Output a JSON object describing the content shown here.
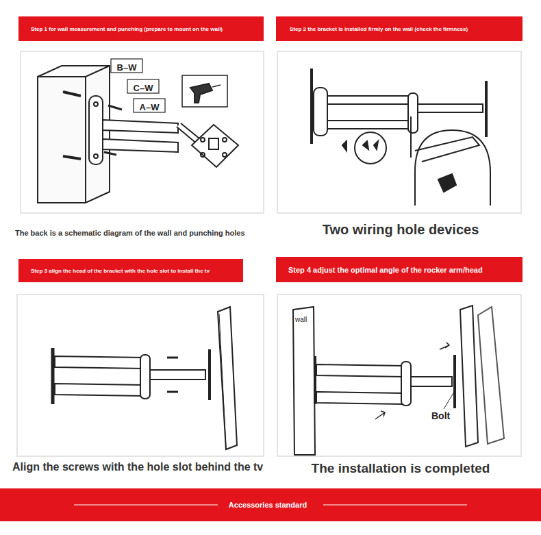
{
  "diagram": {
    "nodes": [
      {
        "text": [
          "Step 1 for wall measurement and punching (prepare to mount on the wall)"
        ]
      },
      {
        "text": [
          "Step 2 the bracket is installed firmly on the wall (check the firmness)"
        ]
      },
      {
        "text": [
          "Step 3 align the head of the bracket with the hole slot to install the tv"
        ]
      },
      {
        "text": [
          "Step 4 adjust the optimal angle of the rocker arm/head"
        ]
      },
      {
        "text": [
          "Accessories standard"
        ]
      }
    ],
    "edges": [],
    "labels": [
      "B–W",
      "C–W",
      "A–W",
      "The back is a schematic diagram of the wall and punching holes",
      "Two wiring hole devices",
      "Align the screws with the hole slot behind the tv",
      "The installation is completed",
      "wall",
      "Bolt"
    ]
  }
}
